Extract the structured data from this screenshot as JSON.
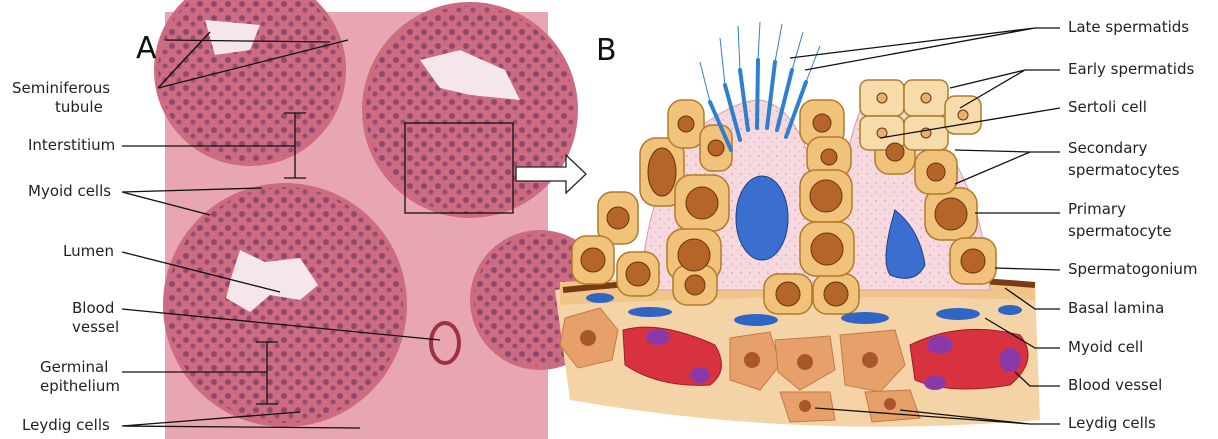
{
  "panels": {
    "a": "A",
    "b": "B"
  },
  "left_labels": {
    "seminiferous_1": "Seminiferous",
    "seminiferous_2": "tubule",
    "interstitium": "Interstitium",
    "myoid_cells": "Myoid cells",
    "lumen": "Lumen",
    "blood_1": "Blood",
    "blood_2": "vessel",
    "germinal_1": "Germinal",
    "germinal_2": "epithelium",
    "leydig_cells": "Leydig cells"
  },
  "right_labels": {
    "late_spermatids": "Late spermatids",
    "early_spermatids": "Early spermatids",
    "sertoli_cell": "Sertoli cell",
    "secondary_1": "Secondary",
    "secondary_2": "spermatocytes",
    "primary_1": "Primary",
    "primary_2": "spermatocyte",
    "spermatogonium": "Spermatogonium",
    "basal_lamina": "Basal lamina",
    "myoid_cell": "Myoid cell",
    "blood_vessel": "Blood vessel",
    "leydig_cells": "Leydig cells"
  },
  "colors": {
    "tissue_bg": "#e9a7b0",
    "tubule": "#cf6f83",
    "nucleus": "#5a2a5e",
    "cell_fill": "#f0c27a",
    "cell_edge": "#b07a2a",
    "chromatin": "#8a4a12",
    "sertoli": "#f7dce0",
    "sertoli_nucleus": "#3a6fd0",
    "interstitial": "#f3cf9c",
    "blood": "#d8323f",
    "myoid": "#2f66c4",
    "rbc_purple": "#8a3aa8"
  }
}
